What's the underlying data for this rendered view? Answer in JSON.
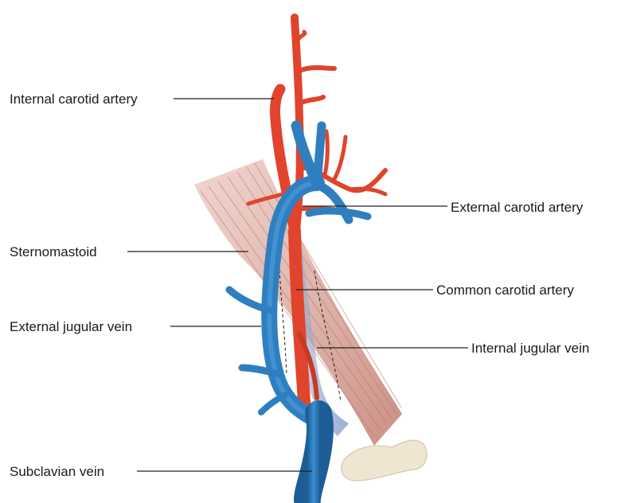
{
  "labels": {
    "internal_carotid": "Internal carotid artery",
    "external_carotid": "External carotid artery",
    "sternomastoid": "Sternomastoid",
    "common_carotid": "Common carotid artery",
    "external_jugular": "External jugular vein",
    "internal_jugular": "Internal jugular vein",
    "subclavian": "Subclavian vein"
  },
  "colors": {
    "artery": "#e0442c",
    "artery_dark": "#b52a18",
    "vein": "#2f7fc0",
    "vein_dark": "#1c5d96",
    "muscle": "#d9a59a",
    "bone": "#efe6d2"
  }
}
